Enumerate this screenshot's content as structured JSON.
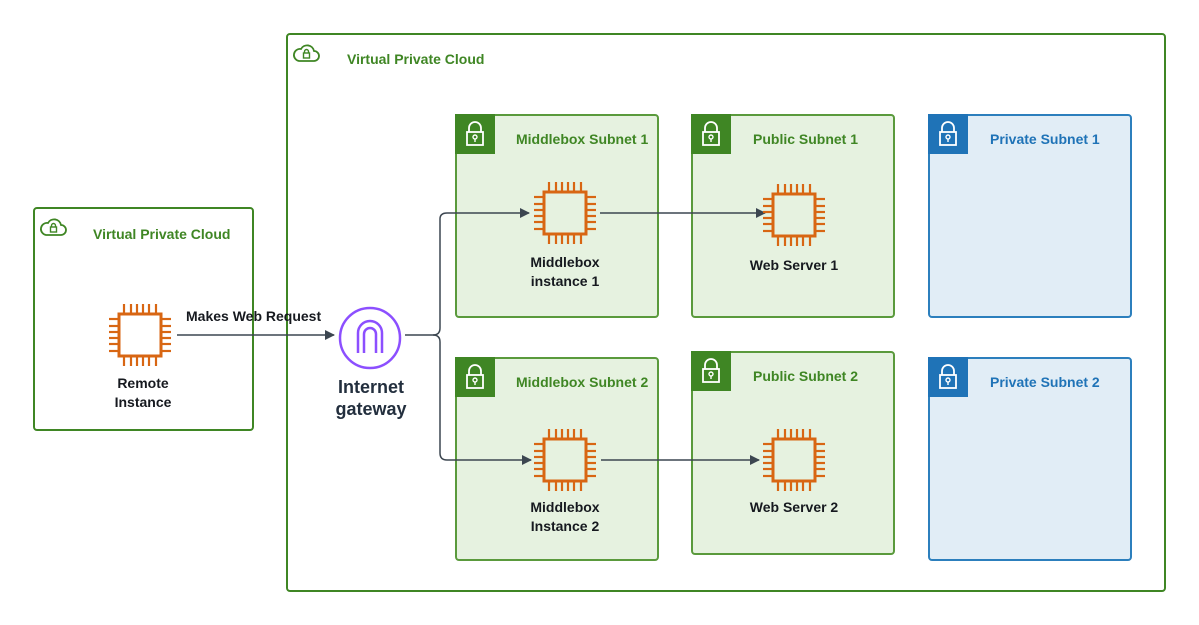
{
  "colors": {
    "vpc_green": "#3f8624",
    "subnet_green_fill": "#e6f2e0",
    "subnet_blue": "#1f73b7",
    "subnet_blue_fill": "#e1edf6",
    "ec2_orange": "#d86613",
    "igw_purple": "#8c4fff",
    "connector": "#3c4650"
  },
  "remote_vpc": {
    "title": "Virtual Private Cloud",
    "icon": "vpc-cloud-lock-icon"
  },
  "main_vpc": {
    "title": "Virtual Private Cloud",
    "icon": "vpc-cloud-lock-icon"
  },
  "remote_instance": {
    "label_line1": "Remote",
    "label_line2": "Instance",
    "icon": "ec2-instance-icon"
  },
  "edge_label": "Makes Web Request",
  "internet_gateway": {
    "label_line1": "Internet",
    "label_line2": "gateway",
    "icon": "internet-gateway-icon"
  },
  "subnets": {
    "middlebox_1": {
      "title": "Middlebox Subnet 1",
      "icon": "padlock-icon"
    },
    "public_1": {
      "title": "Public Subnet 1",
      "icon": "padlock-icon"
    },
    "private_1": {
      "title": "Private Subnet 1",
      "icon": "padlock-icon"
    },
    "middlebox_2": {
      "title": "Middlebox Subnet 2",
      "icon": "padlock-icon"
    },
    "public_2": {
      "title": "Public Subnet 2",
      "icon": "padlock-icon"
    },
    "private_2": {
      "title": "Private Subnet 2",
      "icon": "padlock-icon"
    }
  },
  "instances": {
    "middlebox_1": {
      "label_line1": "Middlebox",
      "label_line2": "instance 1"
    },
    "web_1": {
      "label_line1": "Web Server 1"
    },
    "middlebox_2": {
      "label_line1": "Middlebox",
      "label_line2": "Instance 2"
    },
    "web_2": {
      "label_line1": "Web Server 2"
    }
  }
}
